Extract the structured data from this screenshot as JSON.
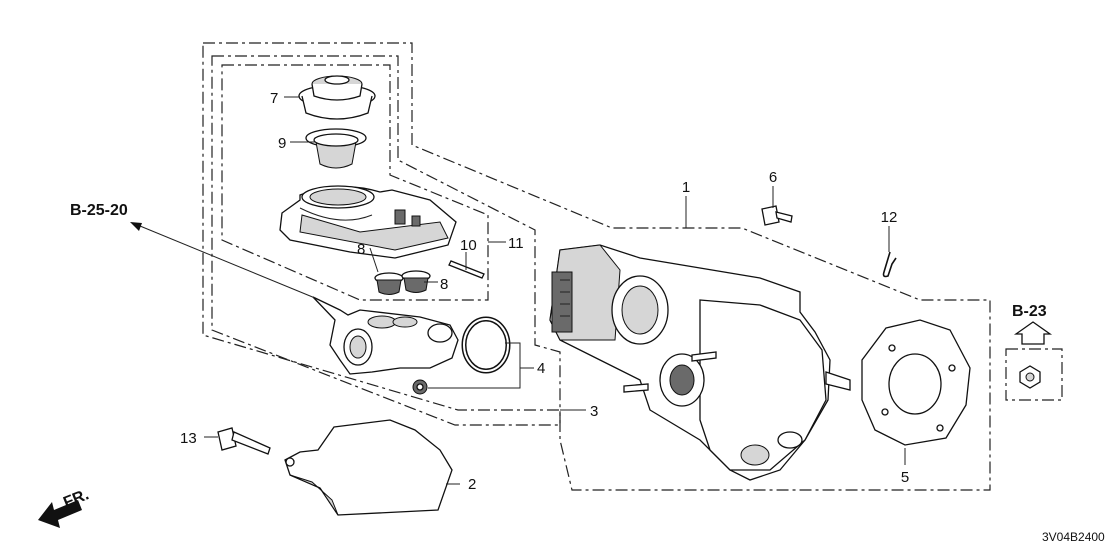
{
  "diagram": {
    "code": "3V04B2400",
    "direction_label": "FR.",
    "references": [
      {
        "id": "ref-b2520",
        "label": "B-25-20"
      },
      {
        "id": "ref-b23",
        "label": "B-23"
      }
    ],
    "callouts": [
      {
        "id": "c1",
        "label": "1"
      },
      {
        "id": "c2",
        "label": "2"
      },
      {
        "id": "c3",
        "label": "3"
      },
      {
        "id": "c4",
        "label": "4"
      },
      {
        "id": "c5",
        "label": "5"
      },
      {
        "id": "c6",
        "label": "6"
      },
      {
        "id": "c7",
        "label": "7"
      },
      {
        "id": "c8a",
        "label": "8"
      },
      {
        "id": "c8b",
        "label": "8"
      },
      {
        "id": "c9",
        "label": "9"
      },
      {
        "id": "c10",
        "label": "10"
      },
      {
        "id": "c11",
        "label": "11"
      },
      {
        "id": "c12",
        "label": "12"
      },
      {
        "id": "c13",
        "label": "13"
      }
    ]
  }
}
